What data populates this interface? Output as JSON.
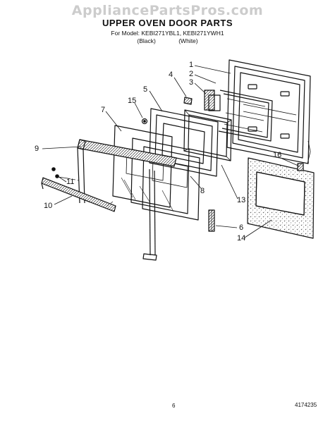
{
  "watermark": "AppliancePartsPros.com",
  "title": "UPPER OVEN DOOR PARTS",
  "model_line": "For Model: KEBI271YBL1, KEBI271YWH1",
  "color_black": "(Black)",
  "color_white": "(White)",
  "callouts": {
    "c1": "1",
    "c2": "2",
    "c3": "3",
    "c4": "4",
    "c5": "5",
    "c6": "6",
    "c7": "7",
    "c8": "8",
    "c9": "9",
    "c10": "10",
    "c11": "11",
    "c13": "13",
    "c14": "14",
    "c15": "15",
    "c16": "16"
  },
  "footer": {
    "page_number": "6",
    "part_number": "4174235"
  }
}
